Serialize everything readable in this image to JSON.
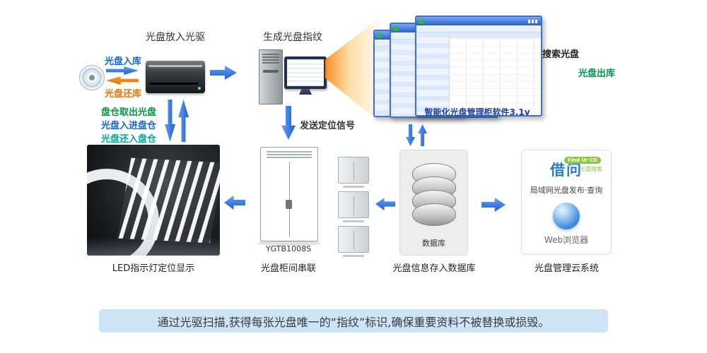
{
  "top": {
    "drive_title": "光盘放入光驱",
    "disc_in": "光盘入库",
    "disc_return": "光盘还库",
    "fingerprint_title": "生成光盘指纹",
    "software_title": "智能化光盘管理柜软件3.1v",
    "search": "搜索光盘",
    "disc_out": "光盘出库"
  },
  "mid": {
    "send_signal": "发送定位信号",
    "bin_out": "盘仓取出光盘",
    "bin_in": "光盘入进盘仓",
    "bin_return": "光盘还入盘仓"
  },
  "bottom": {
    "cabinet_model": "YGTB1008S",
    "database": "数据库",
    "caption_led": "LED指示灯定位显示",
    "caption_cabinet": "光盘柜间串联",
    "caption_database": "光盘信息存入数据库",
    "caption_cloud": "光盘管理云系统"
  },
  "cloud": {
    "brand": "借问",
    "badge": "Find Ur CD",
    "brand_sub": "光盘搜索",
    "desc": "局域网光盘发布·查询",
    "browser": "Web浏览器"
  },
  "banner": "通过光驱扫描,获得每张光盘唯一的“指纹”标识,确保重要资料不被替换或损毁。",
  "colors": {
    "arrow_blue": "#2e79e8",
    "arrow_orange": "#f08418",
    "text_blue": "#1565d8",
    "text_orange": "#e8750a",
    "text_green": "#009845",
    "text_teal": "#00a99d",
    "brand_blue": "#2a7cc9",
    "badge_green": "#8dc63f",
    "banner_bg": "#cde5f6",
    "window_blue": "#3f72cf"
  }
}
